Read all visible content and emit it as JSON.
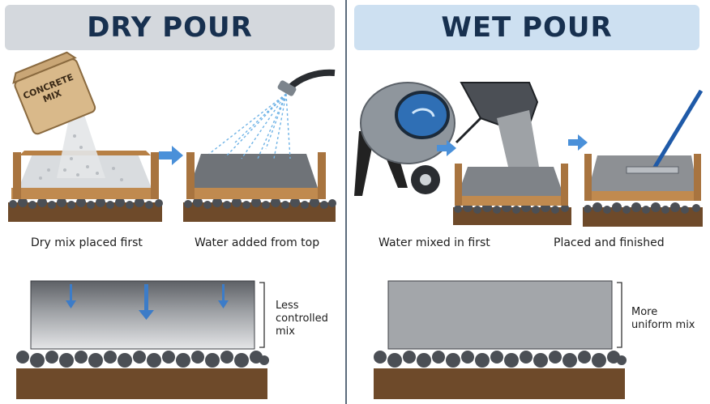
{
  "left": {
    "title": "DRY POUR",
    "bag_label_line1": "CONCRETE",
    "bag_label_line2": "MIX",
    "step1": "Dry mix placed first",
    "step2": "Water added from top",
    "note_line1": "Less",
    "note_line2": "controlled",
    "note_line3": "mix"
  },
  "right": {
    "title": "WET POUR",
    "step1": "Water mixed in first",
    "step2": "Placed and finished",
    "note_line1": "More",
    "note_line2": "uniform mix"
  },
  "colors": {
    "title_text": "#17304f",
    "left_banner": "#d4d8dd",
    "right_banner": "#cde0f1",
    "arrow": "#4a90d9",
    "wood": "#c08a4f",
    "soil": "#6e4a2a",
    "gravel": "#4b4f55",
    "dry_mix": "#d9dcdf",
    "wet_concrete": "#8d9094"
  },
  "icons": [
    "concrete-bag-icon",
    "watering-hose-icon",
    "cement-mixer-icon",
    "wheelbarrow-icon",
    "screed-tool-icon",
    "right-arrow-icon",
    "down-arrow-icon"
  ]
}
